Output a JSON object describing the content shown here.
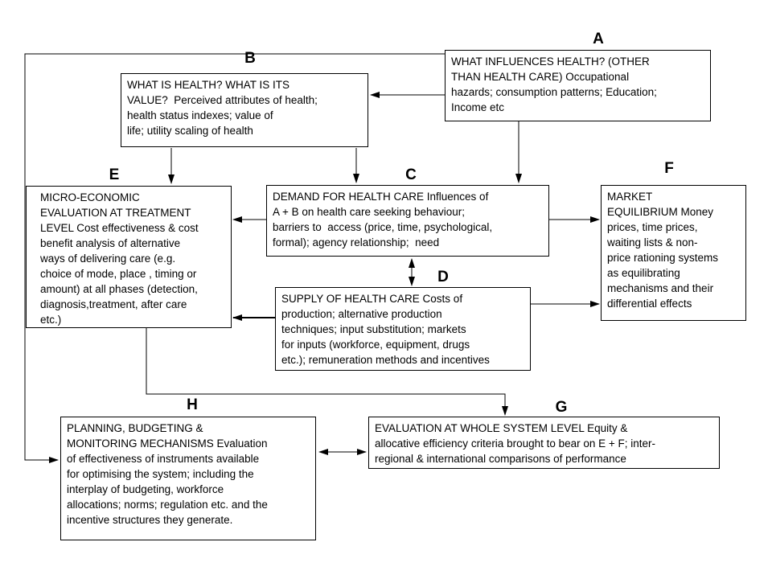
{
  "colors": {
    "background": "#ffffff",
    "line": "#000000",
    "text": "#000000"
  },
  "nodes": {
    "a": {
      "label": "A",
      "text": "WHAT INFLUENCES HEALTH? (OTHER\nTHAN HEALTH CARE) Occupational\nhazards; consumption patterns; Education;\nIncome etc"
    },
    "b": {
      "label": "B",
      "text": "WHAT IS HEALTH? WHAT IS ITS\nVALUE?  Perceived attributes of health;\nhealth status indexes; value of\nlife; utility scaling of health"
    },
    "c": {
      "label": "C",
      "text": "DEMAND FOR HEALTH CARE Influences of\nA + B on health care seeking behaviour;\nbarriers to  access (price, time, psychological,\nformal); agency relationship;  need"
    },
    "d": {
      "label": "D",
      "text": "SUPPLY OF HEALTH CARE Costs of\nproduction; alternative production\ntechniques; input substitution; markets\nfor inputs (workforce, equipment, drugs\netc.); remuneration methods and incentives"
    },
    "e": {
      "label": "E",
      "text": "MICRO-ECONOMIC\nEVALUATION AT TREATMENT\nLEVEL Cost effectiveness & cost\nbenefit analysis of alternative\nways of delivering care (e.g.\nchoice of mode, place , timing or\namount) at all phases (detection,\ndiagnosis,treatment, after care\netc.)"
    },
    "f": {
      "label": "F",
      "text": "MARKET\nEQUILIBRIUM Money\nprices, time prices,\nwaiting lists & non-\nprice rationing systems\nas equilibrating\nmechanisms and their\ndifferential effects"
    },
    "g": {
      "label": "G",
      "text": "EVALUATION AT WHOLE SYSTEM LEVEL Equity &\nallocative efficiency criteria brought to bear on E + F; inter-\nregional & international comparisons of performance"
    },
    "h": {
      "label": "H",
      "text": "PLANNING, BUDGETING &\nMONITORING MECHANISMS Evaluation\nof effectiveness of instruments available\nfor optimising the system; including the\ninterplay of budgeting, workforce\nallocations; norms; regulation etc. and the\nincentive structures they generate."
    }
  },
  "edges": [
    {
      "from": "A",
      "to": "B",
      "kind": "arrow"
    },
    {
      "from": "A",
      "to": "C",
      "kind": "arrow"
    },
    {
      "from": "A",
      "to": "H",
      "kind": "arrow"
    },
    {
      "from": "B",
      "to": "C",
      "kind": "arrow"
    },
    {
      "from": "B",
      "to": "E",
      "kind": "arrow"
    },
    {
      "from": "C",
      "to": "E",
      "kind": "arrow"
    },
    {
      "from": "C",
      "to": "F",
      "kind": "arrow"
    },
    {
      "from": "C",
      "to": "D",
      "kind": "double-arrow"
    },
    {
      "from": "D",
      "to": "E",
      "kind": "arrow-bold"
    },
    {
      "from": "D",
      "to": "F",
      "kind": "arrow"
    },
    {
      "from": "E",
      "to": "G",
      "kind": "arrow"
    },
    {
      "from": "H",
      "to": "G",
      "kind": "double-arrow"
    }
  ]
}
